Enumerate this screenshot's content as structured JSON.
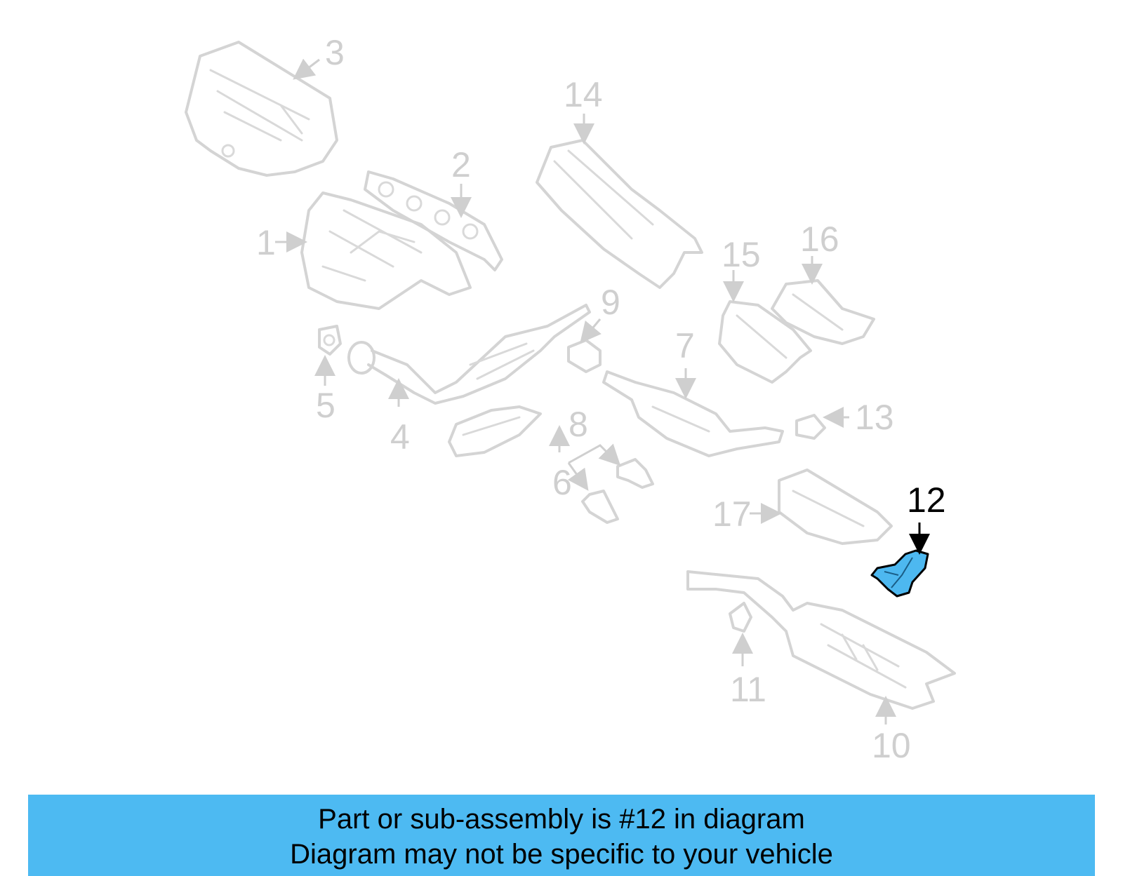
{
  "diagram": {
    "callouts": [
      {
        "id": "1",
        "label": "1"
      },
      {
        "id": "2",
        "label": "2"
      },
      {
        "id": "3",
        "label": "3"
      },
      {
        "id": "4",
        "label": "4"
      },
      {
        "id": "5",
        "label": "5"
      },
      {
        "id": "6",
        "label": "6"
      },
      {
        "id": "7",
        "label": "7"
      },
      {
        "id": "8",
        "label": "8"
      },
      {
        "id": "9",
        "label": "9"
      },
      {
        "id": "10",
        "label": "10"
      },
      {
        "id": "11",
        "label": "11"
      },
      {
        "id": "12",
        "label": "12"
      },
      {
        "id": "13",
        "label": "13"
      },
      {
        "id": "14",
        "label": "14"
      },
      {
        "id": "15",
        "label": "15"
      },
      {
        "id": "16",
        "label": "16"
      },
      {
        "id": "17",
        "label": "17"
      }
    ],
    "highlighted_part": "12",
    "colors": {
      "highlight_fill": "#4db8f0",
      "inactive_lines": "#d4d4d4",
      "banner_background": "#4dbaf2"
    }
  },
  "banner": {
    "line1": "Part or sub-assembly is #12 in diagram",
    "line2": "Diagram may not be specific to your vehicle"
  }
}
